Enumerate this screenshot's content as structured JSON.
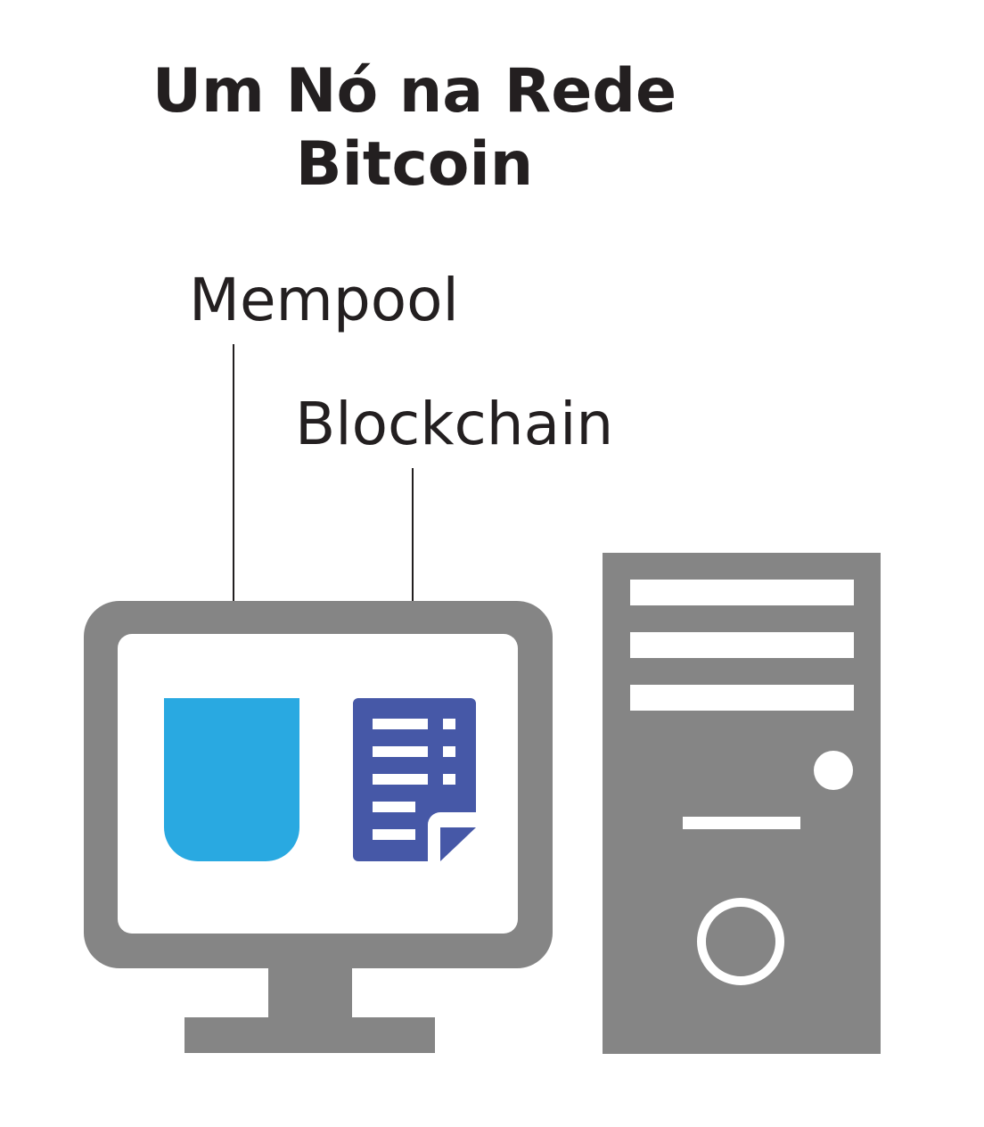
{
  "title": {
    "line1": "Um Nó na Rede",
    "line2": "Bitcoin"
  },
  "labels": {
    "mempool": "Mempool",
    "blockchain": "Blockchain"
  },
  "icons": {
    "monitor": "monitor-icon",
    "tower": "computer-tower-icon",
    "mempool": "mempool-container-icon",
    "blockchain": "blockchain-document-icon"
  },
  "colors": {
    "text": "#231f20",
    "device_gray": "#858585",
    "mempool_blue": "#29a9e1",
    "blockchain_blue": "#4658a7",
    "screen": "#ffffff"
  }
}
